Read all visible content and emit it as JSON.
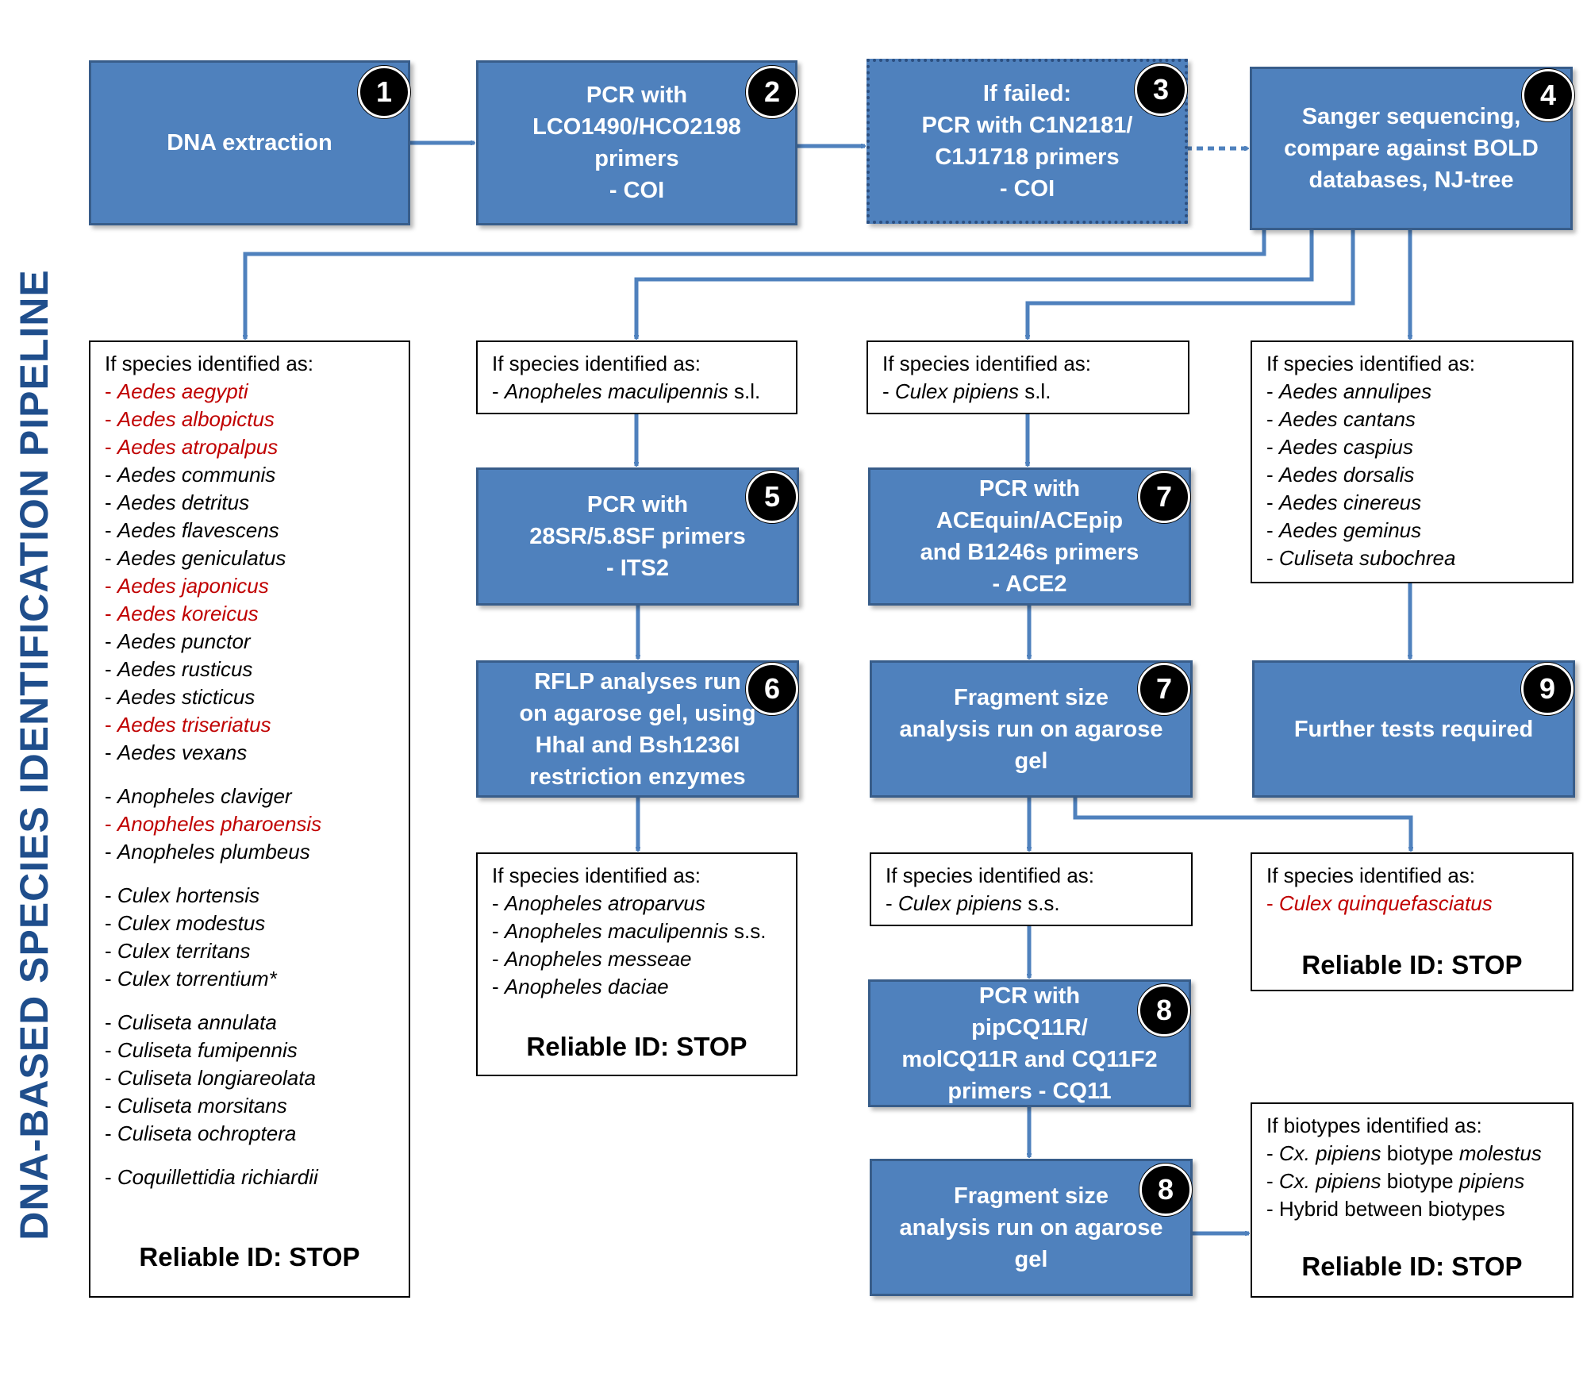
{
  "title": "DNA-BASED SPECIES IDENTIFICATION PIPELINE",
  "colors": {
    "box_fill": "#4f81bd",
    "box_border": "#385d8a",
    "arrow": "#4f81bd",
    "title": "#1f4e8c",
    "highlight_red": "#c00000"
  },
  "steps": [
    {
      "num": "1",
      "lines": [
        "DNA extraction"
      ]
    },
    {
      "num": "2",
      "lines": [
        "PCR with",
        "LCO1490/HCO2198",
        "primers",
        "- COI"
      ]
    },
    {
      "num": "3",
      "lines": [
        "If failed:",
        "PCR with C1N2181/",
        "C1J1718 primers",
        "- COI"
      ],
      "style": "dotted-border"
    },
    {
      "num": "4",
      "lines": [
        "Sanger sequencing,",
        "compare against BOLD",
        "databases, NJ-tree"
      ]
    },
    {
      "num": "5",
      "lines": [
        "PCR with",
        "28SR/5.8SF primers",
        "- ITS2"
      ]
    },
    {
      "num": "6",
      "lines": [
        "RFLP analyses run",
        "on agarose gel, using",
        "HhaI and Bsh1236I",
        "restriction enzymes"
      ]
    },
    {
      "num": "7",
      "lines": [
        "PCR with",
        "ACEquin/ACEpip",
        "and B1246s primers",
        "- ACE2"
      ]
    },
    {
      "num": "7",
      "lines": [
        "Fragment size",
        "analysis run on agarose",
        "gel"
      ]
    },
    {
      "num": "9",
      "lines": [
        "Further tests required"
      ]
    },
    {
      "num": "8",
      "lines": [
        "PCR with",
        "pipCQ11R/",
        "molCQ11R and CQ11F2",
        "primers - CQ11"
      ]
    },
    {
      "num": "8",
      "lines": [
        "Fragment size",
        "analysis run on agarose",
        "gel"
      ]
    }
  ],
  "results": {
    "col1": {
      "header": "If species identified as:",
      "groups": [
        [
          {
            "name": "Aedes aegypti",
            "red": true
          },
          {
            "name": "Aedes albopictus",
            "red": true
          },
          {
            "name": "Aedes atropalpus",
            "red": true
          },
          {
            "name": "Aedes communis",
            "red": false
          },
          {
            "name": "Aedes detritus",
            "red": false
          },
          {
            "name": "Aedes flavescens",
            "red": false
          },
          {
            "name": "Aedes geniculatus",
            "red": false
          },
          {
            "name": "Aedes japonicus",
            "red": true
          },
          {
            "name": "Aedes koreicus",
            "red": true
          },
          {
            "name": "Aedes punctor",
            "red": false
          },
          {
            "name": "Aedes rusticus",
            "red": false
          },
          {
            "name": "Aedes sticticus",
            "red": false
          },
          {
            "name": "Aedes triseriatus",
            "red": true
          },
          {
            "name": "Aedes vexans",
            "red": false
          }
        ],
        [
          {
            "name": "Anopheles claviger",
            "red": false
          },
          {
            "name": "Anopheles pharoensis",
            "red": true
          },
          {
            "name": "Anopheles plumbeus",
            "red": false
          }
        ],
        [
          {
            "name": "Culex hortensis",
            "red": false
          },
          {
            "name": "Culex modestus",
            "red": false
          },
          {
            "name": "Culex territans",
            "red": false
          },
          {
            "name": "Culex torrentium*",
            "red": false
          }
        ],
        [
          {
            "name": "Culiseta annulata",
            "red": false
          },
          {
            "name": "Culiseta fumipennis",
            "red": false
          },
          {
            "name": "Culiseta longiareolata",
            "red": false
          },
          {
            "name": "Culiseta morsitans",
            "red": false
          },
          {
            "name": "Culiseta ochroptera",
            "red": false
          }
        ],
        [
          {
            "name": "Coquillettidia richiardii",
            "red": false
          }
        ]
      ],
      "stop": "Reliable ID: STOP"
    },
    "col2_top": {
      "header": "If species identified as:",
      "items": [
        {
          "name": "Anopheles maculipennis",
          "suffix": " s.l."
        }
      ]
    },
    "col3_top": {
      "header": "If species identified as:",
      "items": [
        {
          "name": "Culex pipiens",
          "suffix": " s.l."
        }
      ]
    },
    "col4_top": {
      "header": "If species identified as:",
      "items": [
        {
          "name": "Aedes annulipes"
        },
        {
          "name": "Aedes cantans"
        },
        {
          "name": "Aedes caspius"
        },
        {
          "name": "Aedes dorsalis"
        },
        {
          "name": "Aedes cinereus"
        },
        {
          "name": "Aedes geminus"
        },
        {
          "name": "Culiseta subochrea"
        }
      ]
    },
    "col2_bottom": {
      "header": "If species identified as:",
      "items": [
        {
          "name": "Anopheles atroparvus"
        },
        {
          "name": "Anopheles maculipennis",
          "suffix": " s.s."
        },
        {
          "name": "Anopheles messeae"
        },
        {
          "name": "Anopheles daciae"
        }
      ],
      "stop": "Reliable ID: STOP"
    },
    "col3_mid": {
      "header": "If species identified as:",
      "items": [
        {
          "name": "Culex pipiens",
          "suffix": " s.s."
        }
      ]
    },
    "col4_mid": {
      "header": "If species identified as:",
      "items": [
        {
          "name": "Culex quinquefasciatus",
          "red": true
        }
      ],
      "stop": "Reliable ID: STOP"
    },
    "biotypes": {
      "header": "If biotypes identified as:",
      "items": [
        {
          "prefix": "- ",
          "species": "Cx. pipiens",
          "word": " biotype ",
          "type": "molestus"
        },
        {
          "prefix": "- ",
          "species": "Cx. pipiens",
          "word": " biotype ",
          "type": "pipiens"
        },
        {
          "prefix": "- ",
          "plain": "Hybrid between biotypes"
        }
      ],
      "stop": "Reliable ID: STOP"
    }
  }
}
